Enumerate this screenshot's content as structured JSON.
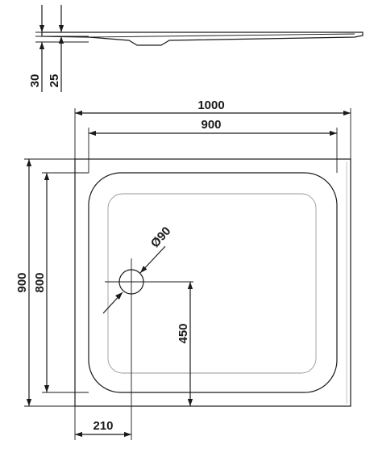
{
  "drawing": {
    "dims": {
      "outer_width": "1000",
      "inner_width": "900",
      "outer_height": "900",
      "inner_height": "800",
      "drain_from_bottom": "450",
      "drain_from_left": "210",
      "drain_diameter": "Ø90",
      "profile_total": "30",
      "profile_depth": "25"
    }
  }
}
